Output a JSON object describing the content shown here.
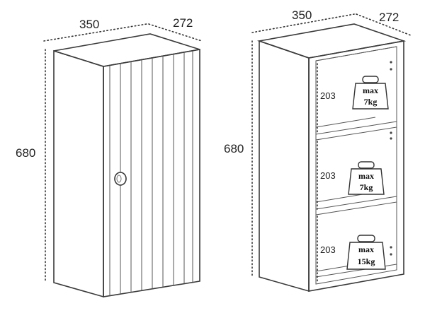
{
  "left_cabinet": {
    "width_label": "350",
    "depth_label": "272",
    "height_label": "680"
  },
  "right_cabinet": {
    "width_label": "350",
    "depth_label": "272",
    "height_label": "680",
    "shelves": [
      {
        "height_label": "203",
        "weight_top": "max",
        "weight_bottom": "7kg"
      },
      {
        "height_label": "203",
        "weight_top": "max",
        "weight_bottom": "7kg"
      },
      {
        "height_label": "203",
        "weight_top": "max",
        "weight_bottom": "15kg"
      }
    ]
  }
}
